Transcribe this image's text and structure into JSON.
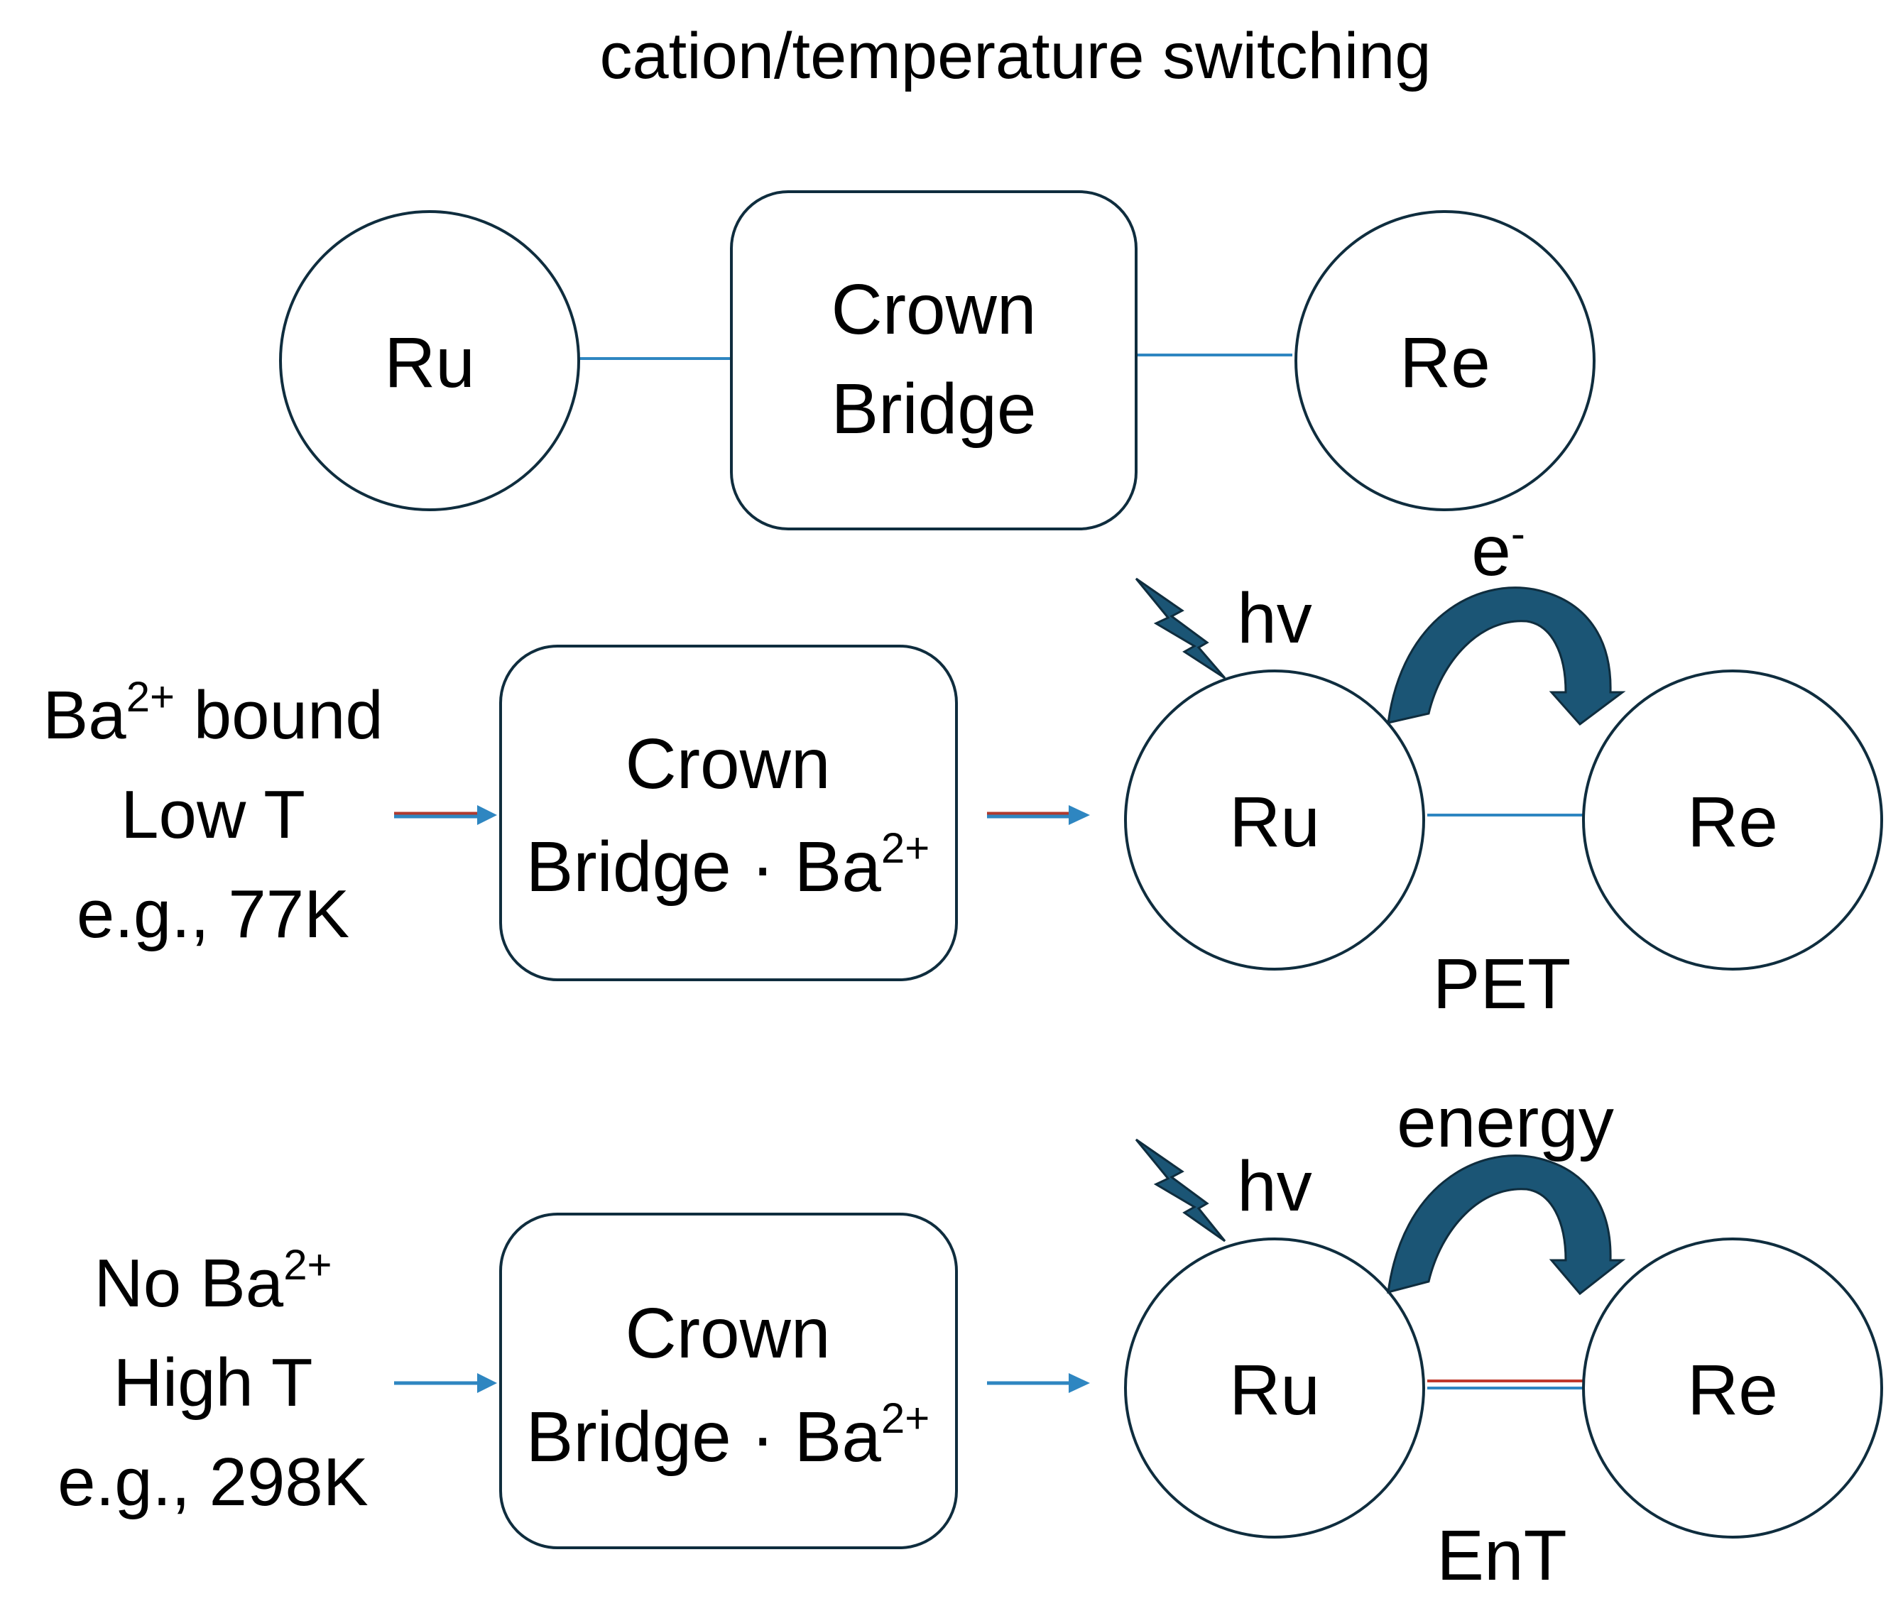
{
  "title": "cation/temperature switching",
  "top_row": {
    "left_node": "Ru",
    "bridge_line1": "Crown",
    "bridge_line2": "Bridge",
    "right_node": "Re"
  },
  "row_pet": {
    "condition_line1_main": "Ba",
    "condition_line1_sup": "2+",
    "condition_line1_rest": " bound",
    "condition_line2": "Low T",
    "condition_line3": "e.g., 77K",
    "bridge_line1": "Crown",
    "bridge_line2_main": "Bridge · Ba",
    "bridge_line2_sup": "2+",
    "light_label": "hv",
    "transfer_label_main": "e",
    "transfer_label_sup": "-",
    "left_node": "Ru",
    "right_node": "Re",
    "process_label": "PET"
  },
  "row_ent": {
    "condition_line1_main": "No Ba",
    "condition_line1_sup": "2+",
    "condition_line2": "High T",
    "condition_line3": "e.g., 298K",
    "bridge_line1": "Crown",
    "bridge_line2_main": "Bridge · Ba",
    "bridge_line2_sup": "2+",
    "light_label": "hv",
    "transfer_label": "energy",
    "left_node": "Ru",
    "right_node": "Re",
    "process_label": "EnT"
  },
  "colors": {
    "stroke": "#0f2d3e",
    "fill_dark": "#1b5575",
    "link_blue": "#2e86c1",
    "link_red": "#c0392b"
  },
  "icons": [
    "lightning-bolt-icon",
    "curved-arrow-icon"
  ]
}
